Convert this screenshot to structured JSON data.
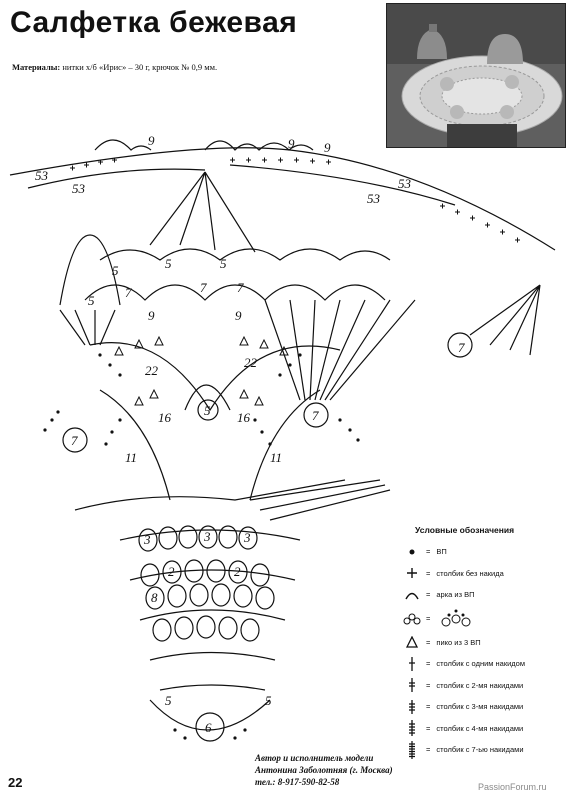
{
  "page": {
    "title": "Салфетка бежевая",
    "materials_label": "Материалы:",
    "materials_text": "нитки х/б «Ирис» – 30 г, крючок № 0,9 мм.",
    "page_number": "22",
    "watermark": "PassionForum.ru"
  },
  "diagram": {
    "labels": [
      "53",
      "53",
      "53",
      "53",
      "9",
      "9",
      "9",
      "5",
      "5",
      "5",
      "5",
      "7",
      "7",
      "7",
      "7",
      "9",
      "9",
      "22",
      "22",
      "16",
      "16",
      "11",
      "11",
      "5",
      "7",
      "7",
      "3",
      "3",
      "3",
      "2",
      "2",
      "8",
      "6",
      "5",
      "5"
    ]
  },
  "legend": {
    "title": "Условные обозначения",
    "items": [
      {
        "icon": "dot-icon",
        "text": "ВП"
      },
      {
        "icon": "plus-icon",
        "text": "столбик без накида"
      },
      {
        "icon": "arc-icon",
        "text": "арка из ВП"
      },
      {
        "icon": "flower-motif-icon",
        "text": ""
      },
      {
        "icon": "picot-icon",
        "text": "пико из 3 ВП"
      },
      {
        "icon": "dc1-icon",
        "text": "столбик с одним накидом"
      },
      {
        "icon": "dc2-icon",
        "text": "столбик с 2-мя накидами"
      },
      {
        "icon": "dc3-icon",
        "text": "столбик с 3-мя накидами"
      },
      {
        "icon": "dc4-icon",
        "text": "столбик с 4-мя накидами"
      },
      {
        "icon": "dc7-icon",
        "text": "столбик с 7-ью накидами"
      }
    ]
  },
  "author": {
    "line1": "Автор и исполнитель модели",
    "line2": "Антонина Заболотняя (г. Москва)",
    "line3": "тел.: 8-917-590-82-58"
  }
}
